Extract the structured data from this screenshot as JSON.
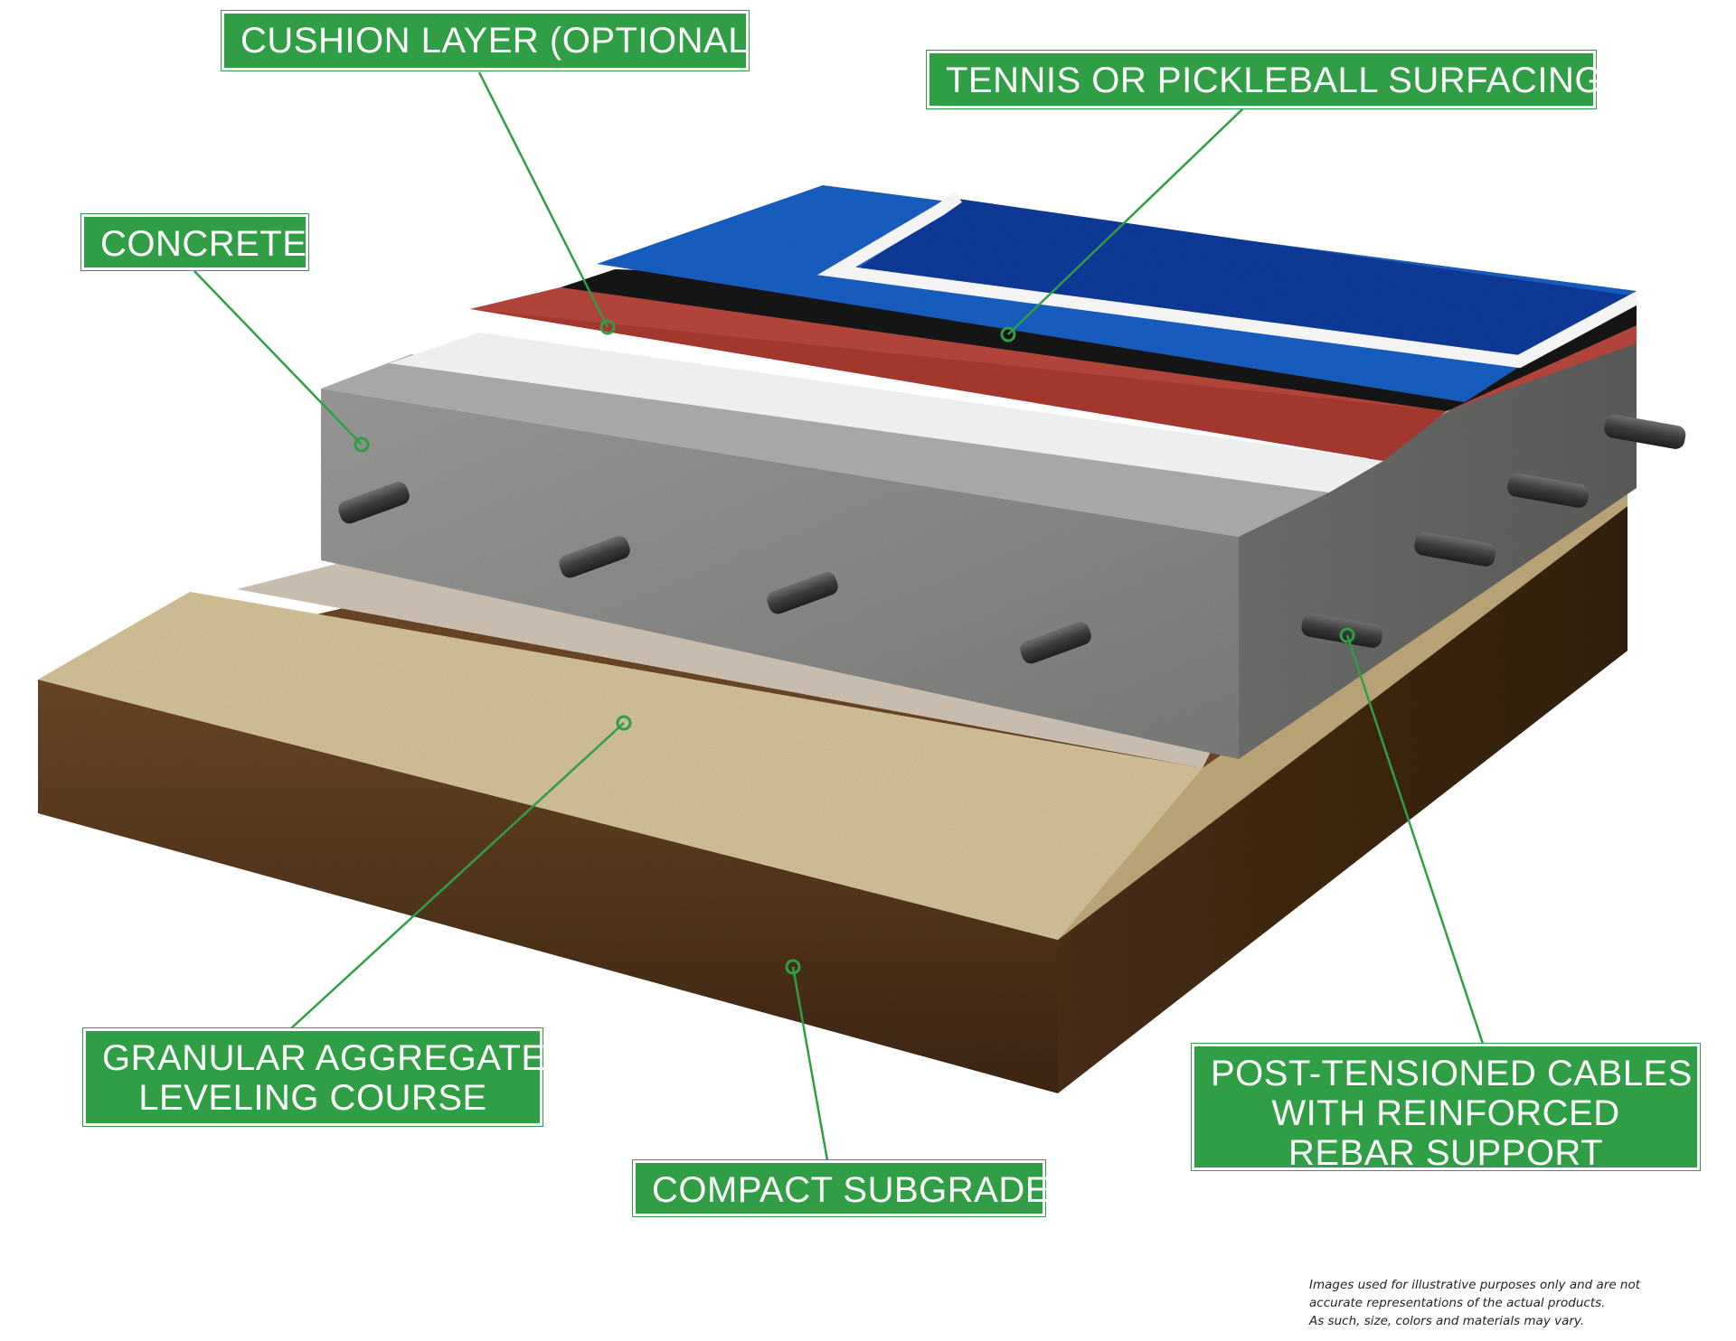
{
  "labels": {
    "cushion_layer": "CUSHION LAYER (OPTIONAL)",
    "surfacing": "TENNIS OR PICKLEBALL SURFACING",
    "concrete": "CONCRETE",
    "aggregate_line1": "GRANULAR AGGREGATE",
    "aggregate_line2": "LEVELING COURSE",
    "cables_line1": "POST-TENSIONED CABLES",
    "cables_line2": "WITH REINFORCED",
    "cables_line3": "REBAR SUPPORT",
    "subgrade": "COMPACT SUBGRADE"
  },
  "disclaimer": {
    "line1": "Images used for illustrative purposes only and are not",
    "line2": "accurate representations of the actual products.",
    "line3": "As such, size, colors and materials may vary."
  },
  "colors": {
    "label_green": "#2f9e44",
    "surface_blue": "#1a5fc4",
    "court_dark_blue": "#0d3a9a",
    "cushion_red": "#a2372e",
    "black_layer": "#151515",
    "primer_white": "#eeeeee",
    "concrete_gray": "#8a8a88",
    "membrane_tan": "#c8bcae",
    "aggregate_sand": "#d8c69e",
    "subgrade_brown": "#5a3a1e"
  }
}
